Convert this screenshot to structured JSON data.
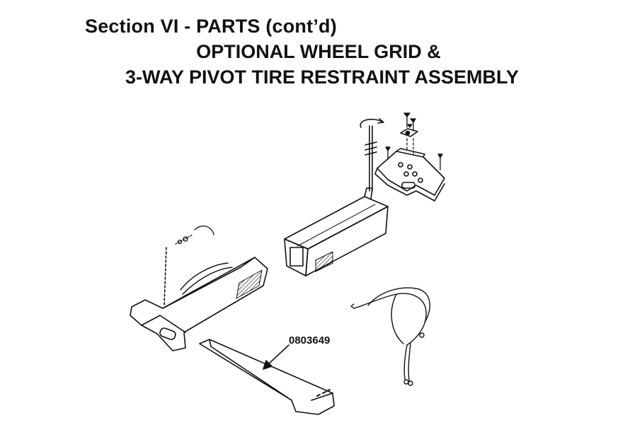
{
  "header": {
    "section_title": "Section VI - PARTS (cont’d)",
    "subtitle_line1": "OPTIONAL WHEEL GRID &",
    "subtitle_line2": "3-WAY PIVOT TIRE RESTRAINT ASSEMBLY"
  },
  "callouts": {
    "part_number": "0803649"
  }
}
